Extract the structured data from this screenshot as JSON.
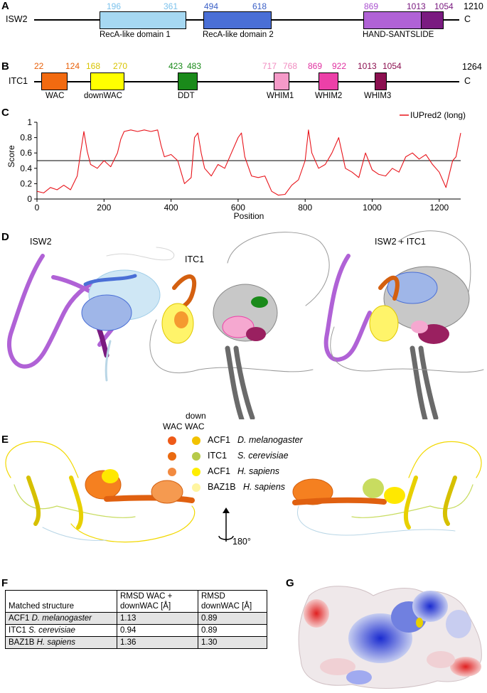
{
  "panels": {
    "A": "A",
    "B": "B",
    "C": "C",
    "D": "D",
    "E": "E",
    "F": "F",
    "G": "G"
  },
  "panelA": {
    "protein": "ISW2",
    "length": "1210",
    "c_term": "C",
    "domains": [
      {
        "name": "RecA-like domain 1",
        "start": "196",
        "end": "361",
        "color": "#a6d8f2",
        "label_color": "#7cc2ec"
      },
      {
        "name": "RecA-like domain 2",
        "start": "494",
        "end": "618",
        "color": "#4a6fd6",
        "label_color": "#3a5fc6"
      },
      {
        "name": "HAND-SANTSLIDE",
        "start": "869",
        "mid": "1013",
        "end": "1054",
        "color": "#b062d6",
        "color2": "#7a1b80",
        "label_color": "#a94fcf",
        "label_color2": "#7a1b80"
      }
    ]
  },
  "panelB": {
    "protein": "ITC1",
    "length": "1264",
    "c_term": "C",
    "domains": [
      {
        "name": "WAC",
        "start": "22",
        "end": "124",
        "color": "#f26a10",
        "label_color": "#e8600a"
      },
      {
        "name": "downWAC",
        "start": "168",
        "end": "270",
        "color": "#ffff00",
        "label_color": "#d8c400"
      },
      {
        "name": "DDT",
        "start": "423",
        "end": "483",
        "color": "#1a8a1a",
        "label_color": "#1a8a1a"
      },
      {
        "name": "WHIM1",
        "start": "717",
        "end": "768",
        "color": "#f59ac8",
        "label_color": "#f08cc0"
      },
      {
        "name": "WHIM2",
        "start": "869",
        "end": "922",
        "color": "#ec40a8",
        "label_color": "#e030a0"
      },
      {
        "name": "WHIM3",
        "start": "1013",
        "end": "1054",
        "color": "#8c1050",
        "label_color": "#8c1050"
      }
    ]
  },
  "chart_data": {
    "type": "line",
    "ylabel": "Score",
    "xlabel": "Position",
    "xlim": [
      0,
      1264
    ],
    "ylim": [
      0,
      1
    ],
    "xticks": [
      "0",
      "200",
      "400",
      "600",
      "800",
      "1000",
      "1200"
    ],
    "yticks": [
      "0",
      "0.2",
      "0.4",
      "0.6",
      "0.8",
      "1"
    ],
    "threshold": 0.5,
    "series": [
      {
        "name": "IUPred2 (long)",
        "color": "#e8141b",
        "x": [
          0,
          20,
          40,
          60,
          80,
          100,
          120,
          130,
          140,
          150,
          160,
          180,
          200,
          220,
          240,
          250,
          260,
          280,
          300,
          320,
          340,
          360,
          370,
          380,
          400,
          420,
          440,
          460,
          470,
          480,
          490,
          500,
          520,
          540,
          560,
          580,
          600,
          610,
          620,
          640,
          660,
          680,
          700,
          720,
          740,
          760,
          780,
          800,
          810,
          820,
          840,
          860,
          880,
          900,
          920,
          940,
          960,
          980,
          1000,
          1020,
          1040,
          1060,
          1080,
          1100,
          1120,
          1140,
          1160,
          1180,
          1200,
          1220,
          1240,
          1250,
          1264
        ],
        "y": [
          0.1,
          0.08,
          0.15,
          0.12,
          0.18,
          0.12,
          0.3,
          0.6,
          0.88,
          0.62,
          0.45,
          0.4,
          0.5,
          0.42,
          0.6,
          0.78,
          0.88,
          0.9,
          0.88,
          0.9,
          0.88,
          0.9,
          0.7,
          0.55,
          0.58,
          0.5,
          0.2,
          0.28,
          0.8,
          0.86,
          0.6,
          0.4,
          0.3,
          0.45,
          0.4,
          0.6,
          0.8,
          0.86,
          0.55,
          0.3,
          0.28,
          0.3,
          0.1,
          0.05,
          0.06,
          0.18,
          0.25,
          0.5,
          0.9,
          0.6,
          0.4,
          0.45,
          0.6,
          0.8,
          0.4,
          0.35,
          0.28,
          0.6,
          0.38,
          0.32,
          0.3,
          0.4,
          0.35,
          0.55,
          0.6,
          0.52,
          0.58,
          0.45,
          0.35,
          0.15,
          0.5,
          0.55,
          0.86
        ]
      }
    ]
  },
  "panelD": {
    "label_left": "ISW2",
    "label_mid": "ITC1",
    "label_right": "ISW2 + ITC1"
  },
  "panelE": {
    "col_wac": "WAC",
    "col_down1": "down",
    "col_down2": "WAC",
    "rotation": "180°",
    "legend": [
      {
        "protein": "ACF1",
        "species": "D. melanogaster",
        "wac_color": "#ee5a18",
        "down_color": "#f2c200"
      },
      {
        "protein": "ITC1",
        "species": "S. cerevisiae",
        "wac_color": "#ea6a10",
        "down_color": "#b6ca4a"
      },
      {
        "protein": "ACF1",
        "species": "H. sapiens",
        "wac_color": "#f28a40",
        "down_color": "#ffee00"
      },
      {
        "protein": "BAZ1B",
        "species": "H. sapiens",
        "wac_color": "#f5b08a",
        "down_color": "#fff5a0"
      }
    ]
  },
  "panelF": {
    "header": [
      "Matched structure",
      "RMSD WAC + downWAC [Å]",
      "RMSD downWAC [Å]"
    ],
    "header_col2_line1": "RMSD WAC +",
    "header_col2_line2": "downWAC [Å]",
    "header_col3_line1": "RMSD",
    "header_col3_line2": "downWAC [Å]",
    "rows": [
      {
        "protein": "ACF1",
        "species": "D. melanogaster",
        "wac_down": "1.13",
        "down": "0.89"
      },
      {
        "protein": "ITC1",
        "species": "S. cerevisiae",
        "wac_down": "0.94",
        "down": "0.89"
      },
      {
        "protein": "BAZ1B",
        "species": "H. sapiens",
        "wac_down": "1.36",
        "down": "1.30"
      }
    ]
  }
}
